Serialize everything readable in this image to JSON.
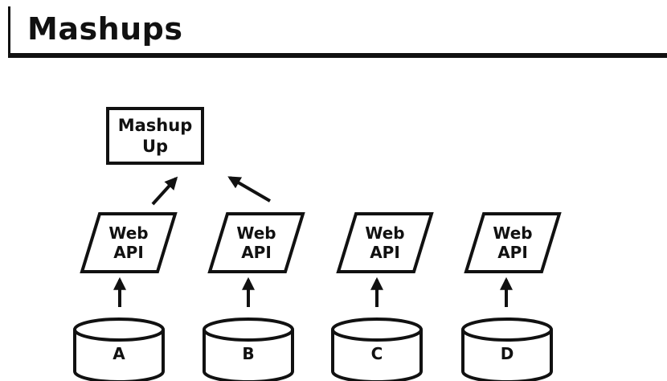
{
  "slide": {
    "title": "Mashups"
  },
  "diagram": {
    "mashup": {
      "line1": "Mashup",
      "line2": "Up"
    },
    "apis": [
      {
        "line1": "Web",
        "line2": "API"
      },
      {
        "line1": "Web",
        "line2": "API"
      },
      {
        "line1": "Web",
        "line2": "API"
      },
      {
        "line1": "Web",
        "line2": "API"
      }
    ],
    "sources": [
      "A",
      "B",
      "C",
      "D"
    ]
  },
  "colors": {
    "stroke": "#111111",
    "background": "#ffffff"
  }
}
